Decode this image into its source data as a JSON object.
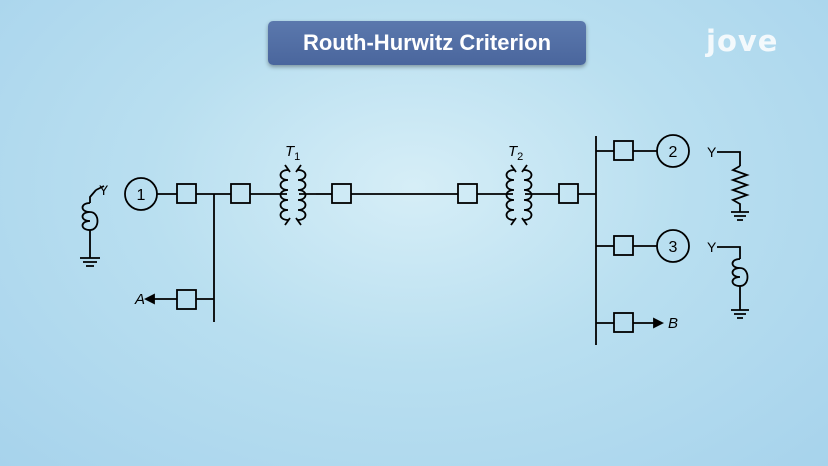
{
  "title": "Routh-Hurwitz Criterion",
  "logo": "jove",
  "diagram": {
    "generators": [
      "1",
      "2",
      "3"
    ],
    "transformers": {
      "t1": "T",
      "t1_sub": "1",
      "t2": "T",
      "t2_sub": "2"
    },
    "wye_label": "Y",
    "loads": {
      "a": "A",
      "b": "B"
    }
  }
}
